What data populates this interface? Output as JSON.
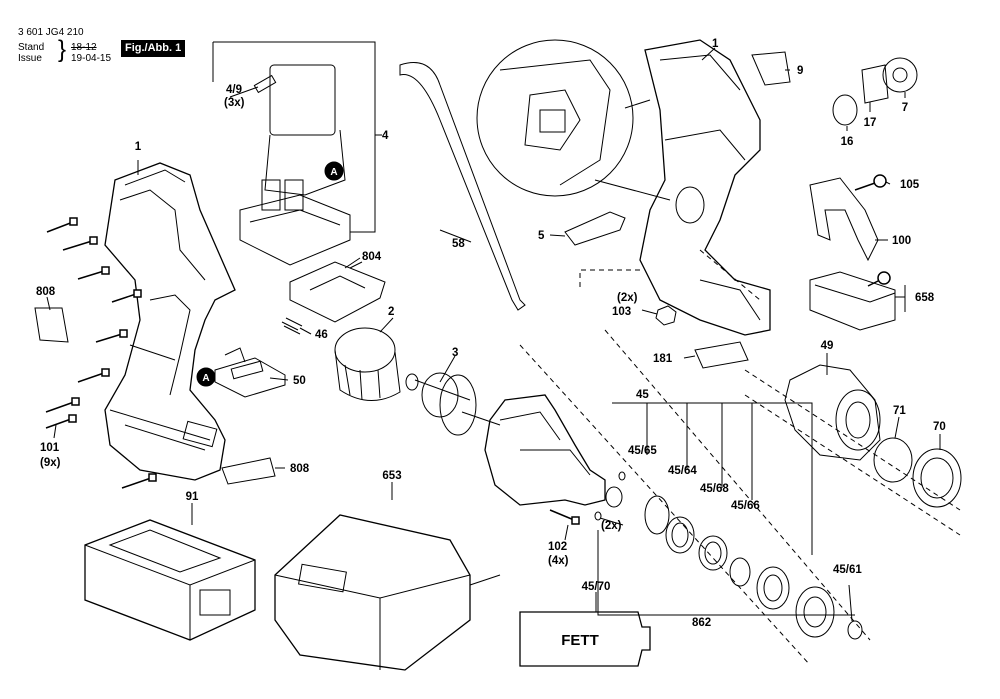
{
  "header": {
    "part_number": "3 601 JG4 210",
    "stand_label": "Stand",
    "stand_value": "18-12",
    "issue_label": "Issue",
    "issue_value": "19-04-15",
    "brace": "}",
    "figure_label": "Fig./Abb. 1"
  },
  "labels": {
    "p1_left": "1",
    "p4_9": "4/9",
    "p4_9_qty": "(3x)",
    "p4": "4",
    "callout_a1": "A",
    "callout_a2": "A",
    "p808_left": "808",
    "p804": "804",
    "p2": "2",
    "p46": "46",
    "p3": "3",
    "p50": "50",
    "p101": "101",
    "p101_qty": "(9x)",
    "p808_bottom": "808",
    "p58": "58",
    "p5": "5",
    "p1_right": "1",
    "p9": "9",
    "p7": "7",
    "p17": "17",
    "p16": "16",
    "p105": "105",
    "p100": "100",
    "p658": "658",
    "p2x_103": "(2x)",
    "p103": "103",
    "p181": "181",
    "p49": "49",
    "p45": "45",
    "p45_65": "45/65",
    "p45_64": "45/64",
    "p45_68": "45/68",
    "p45_66": "45/66",
    "p71": "71",
    "p70": "70",
    "p45_61": "45/61",
    "p91": "91",
    "p653": "653",
    "p102": "102",
    "p102_qty": "(4x)",
    "p2x_rings": "(2x)",
    "p45_70": "45/70",
    "fett": "FETT",
    "p862": "862"
  }
}
